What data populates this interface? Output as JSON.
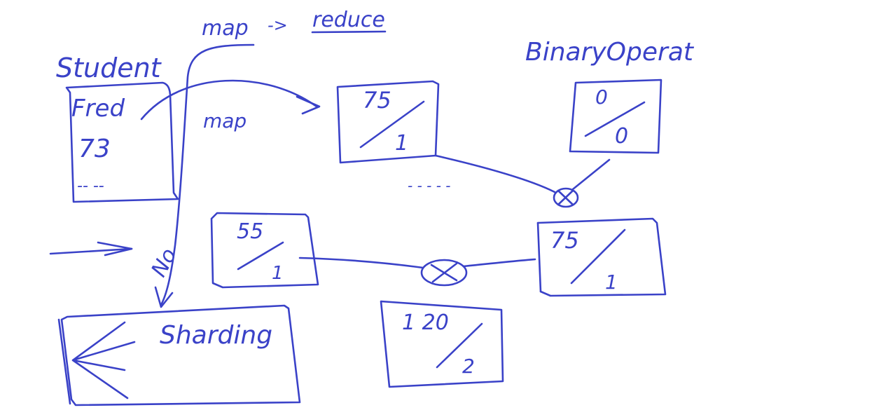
{
  "header": {
    "left": "map",
    "arrow": "->",
    "right": "reduce"
  },
  "student": {
    "title": "Student",
    "name": "Fred",
    "score": "73",
    "more": "-- --"
  },
  "map_label": "map",
  "no_label": "No",
  "binary_operator_label": "BinaryOperat",
  "box_75_1": {
    "num": "75",
    "den": "1"
  },
  "box_0_0": {
    "num": "0",
    "den": "0"
  },
  "box_55_1": {
    "num": "55",
    "den": "1"
  },
  "box_75_1_b": {
    "num": "75",
    "den": "1"
  },
  "box_120_2": {
    "num": "1 20",
    "den": "2"
  },
  "sharding_label": "Sharding",
  "op_symbol": "⊗",
  "ellipsis": "- - - - -"
}
